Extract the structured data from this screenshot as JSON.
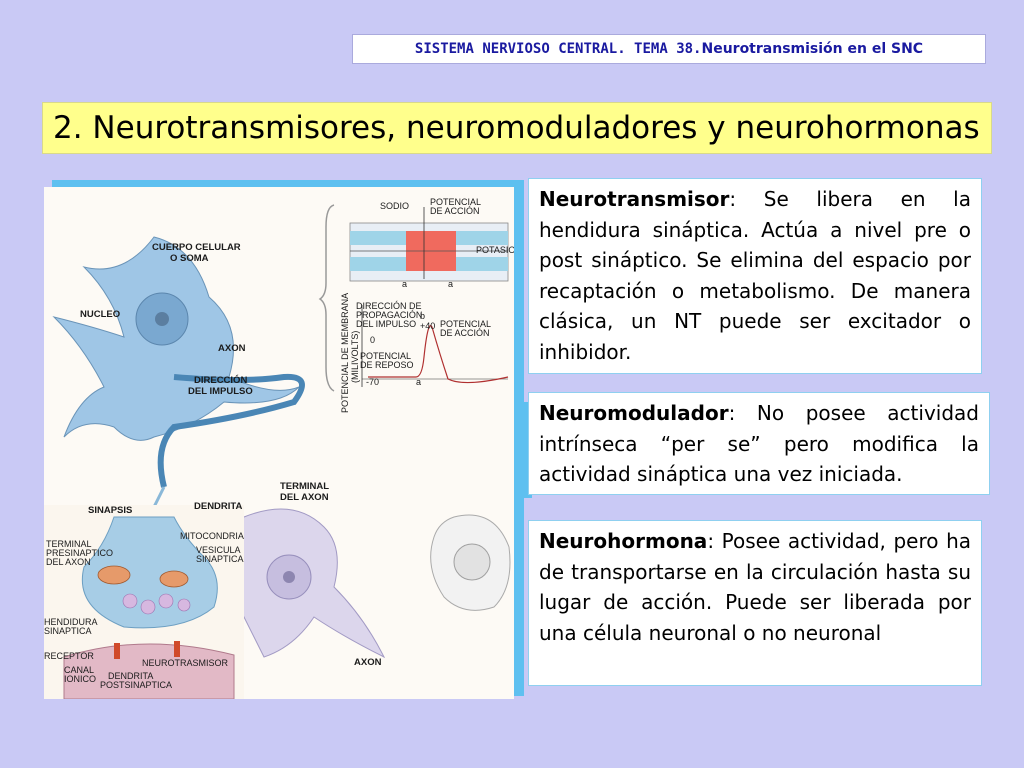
{
  "header": {
    "part1": "SISTEMA NERVIOSO CENTRAL. TEMA 38. ",
    "part2": "Neurotransmisión en el SNC"
  },
  "title": "2. Neurotransmisores, neuromoduladores y neurohormonas",
  "illustration": {
    "labels": {
      "cuerpo_celular": "CUERPO CELULAR",
      "o_soma": "O SOMA",
      "nucleo": "NUCLEO",
      "axon1": "AXON",
      "direccion": "DIRECCIÓN",
      "del_impulso": "DEL IMPULSO",
      "sinapsis": "SINAPSIS",
      "dendrita": "DENDRITA",
      "terminal": "TERMINAL",
      "del_axon": "DEL AXON",
      "mitocondria": "MITOCONDRIA",
      "terminal_pre1": "TERMINAL",
      "terminal_pre2": "PRESINAPTICO",
      "terminal_pre3": "DEL AXON",
      "vesicula1": "VESICULA",
      "vesicula2": "SINAPTICA",
      "hendidura1": "HENDIDURA",
      "hendidura2": "SINAPTICA",
      "receptor": "RECEPTOR",
      "canal1": "CANAL",
      "canal2": "IONICO",
      "neurotrasmisor": "NEUROTRASMISOR",
      "dendrita_post1": "DENDRITA",
      "dendrita_post2": "POSTSINAPTICA",
      "axon2": "AXON",
      "sodio": "SODIO",
      "potencial_accion1": "POTENCIAL",
      "potencial_accion2": "DE ACCIÓN",
      "potasio": "POTASIO",
      "dir_prop1": "DIRECCIÓN DE",
      "dir_prop2": "PROPAGACIÓN",
      "dir_prop3": "DEL IMPULSO",
      "pot_accion_b1": "POTENCIAL",
      "pot_accion_b2": "DE ACCIÓN",
      "pot_reposo1": "POTENCIAL",
      "pot_reposo2": "DE REPOSO",
      "eje1": "POTENCIAL DE MEMBRANA",
      "eje2": "(MILIVOLTS)",
      "v40": "+40",
      "v0": "0",
      "v70": "-70",
      "pt_a1": "a",
      "pt_a2": "a",
      "pt_b": "b",
      "pt_a3": "a"
    }
  },
  "cards": {
    "neurotransmisor": {
      "term": "Neurotransmisor",
      "text": ": Se libera en la hendidura sináptica. Actúa a nivel pre o post sináptico. Se elimina del espacio por recaptación o metabolismo. De manera clásica, un NT puede ser excitador o inhibidor."
    },
    "neuromodulador": {
      "term": "Neuromodulador",
      "text": ": No posee actividad intrínseca “per se” pero modifica la actividad sináptica una vez iniciada."
    },
    "neurohormona": {
      "term": "Neurohormona",
      "text": ": Posee actividad, pero ha de transportarse en la circulación hasta su lugar de acción. Puede ser liberada por una célula neuronal o no neuronal"
    }
  },
  "colors": {
    "background": "#c9c9f5",
    "title_bg": "#ffff8c",
    "header_text": "#1a1aa0",
    "shadow": "#5ec0f0"
  }
}
